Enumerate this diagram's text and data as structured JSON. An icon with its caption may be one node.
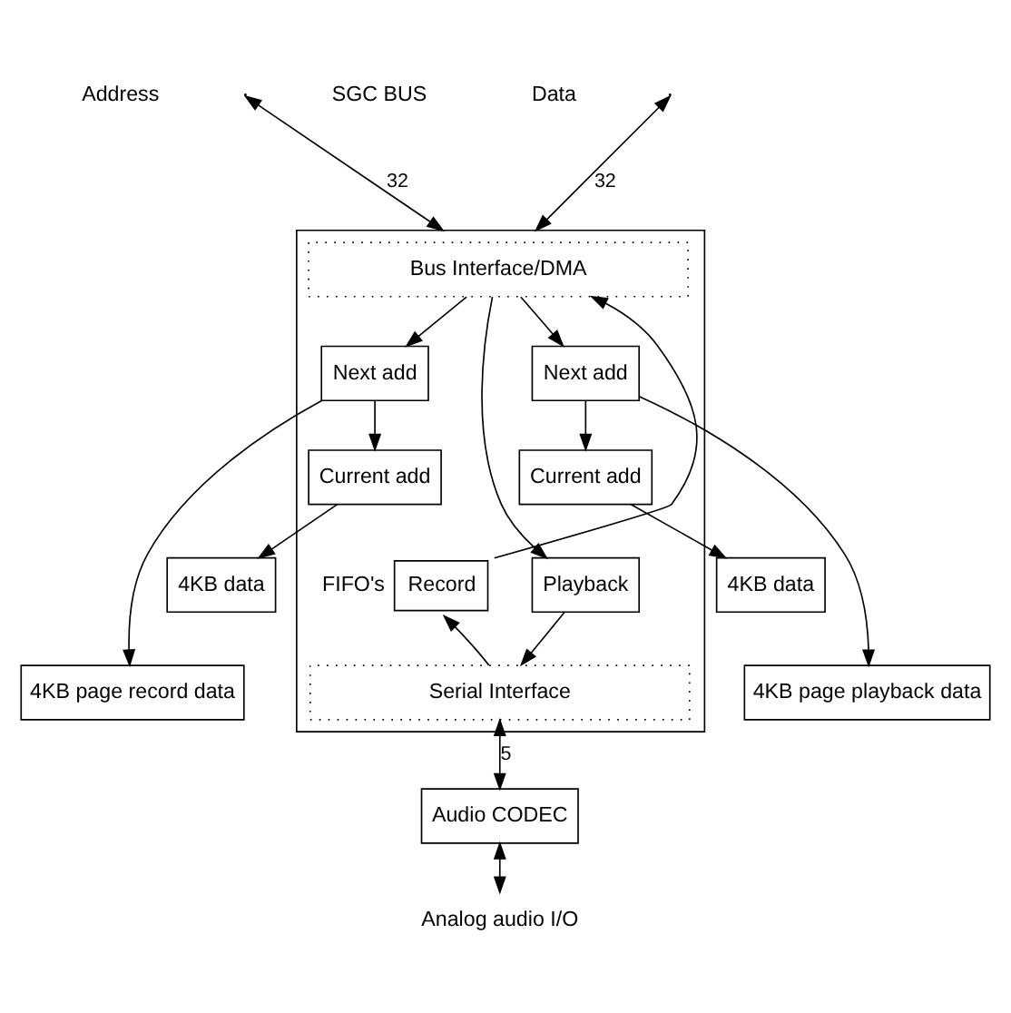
{
  "diagram": {
    "nodes": [
      {
        "text": [],
        "shape": "box"
      },
      {
        "text": [
          "Bus Interface/DMA"
        ],
        "in": 0
      },
      {
        "text": [
          "Next add"
        ],
        "in": 0
      },
      {
        "text": [
          "Current add"
        ],
        "in": 0
      },
      {
        "text": [
          "Playback"
        ],
        "in": 0
      },
      {
        "text": [
          "Next add"
        ],
        "in": 0
      },
      {
        "text": [
          "Current add"
        ],
        "in": 0
      },
      {
        "text": [
          "Record"
        ],
        "in": 0,
        "beside": [
          "FIFO's"
        ]
      },
      {
        "text": [
          "Serial Interface"
        ],
        "in": 0
      },
      {
        "text": [
          "4KB data"
        ]
      },
      {
        "text": [
          "4KB page playback data"
        ]
      },
      {
        "text": [
          "4KB data"
        ]
      },
      {
        "text": [
          "4KB page record data"
        ]
      },
      {
        "text": [
          "Audio CODEC"
        ]
      },
      {
        "text": [
          "Analog audio I/O"
        ]
      }
    ],
    "edges": [
      {
        "from": null,
        "to": 0,
        "arrow": "both",
        "label": "32"
      },
      {
        "from": null,
        "to": 0,
        "arrow": "both",
        "label": "32"
      },
      {
        "from": 1,
        "to": 2,
        "arrow": "to"
      },
      {
        "from": 1,
        "to": 5,
        "arrow": "to"
      },
      {
        "from": 1,
        "to": 4,
        "arrow": "to"
      },
      {
        "from": 2,
        "to": 3,
        "arrow": "to"
      },
      {
        "from": 4,
        "to": 8,
        "arrow": "to"
      },
      {
        "from": 8,
        "to": 7,
        "arrow": "to"
      },
      {
        "from": 7,
        "to": 1,
        "arrow": "to"
      },
      {
        "from": 5,
        "to": 6,
        "arrow": "to"
      },
      {
        "from": 2,
        "to": 10,
        "arrow": "to"
      },
      {
        "from": 3,
        "to": 9,
        "arrow": "to"
      },
      {
        "from": 5,
        "to": 12,
        "arrow": "to"
      },
      {
        "from": 6,
        "to": 11,
        "arrow": "to"
      },
      {
        "from": 8,
        "to": 13,
        "arrow": "both",
        "label": "5"
      },
      {
        "from": 13,
        "to": 14,
        "arrow": "both"
      }
    ],
    "labels": [
      "SGC BUS",
      "Address",
      "Data"
    ]
  }
}
